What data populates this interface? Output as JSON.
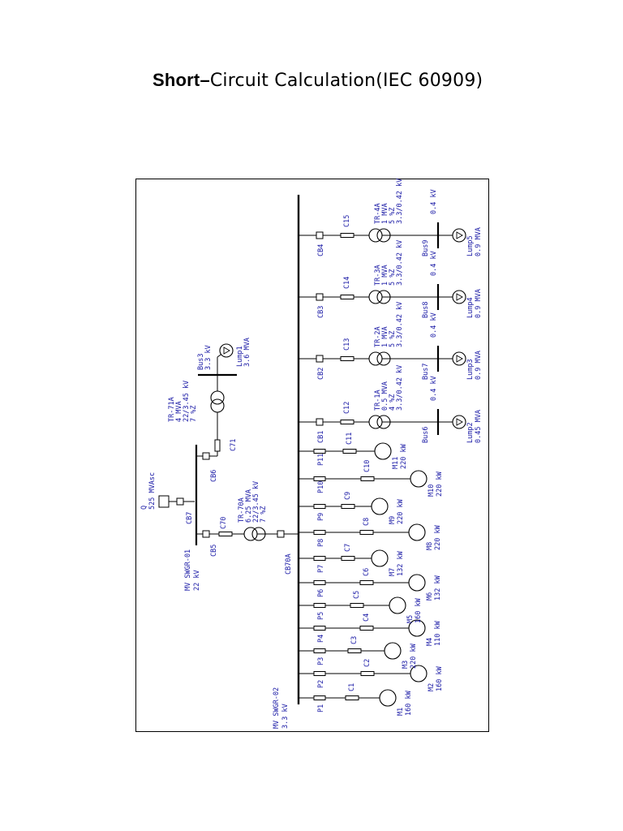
{
  "title": {
    "part1": "Short–",
    "part2": "Circuit Calculation(IEC 60909)"
  },
  "colors": {
    "text": "#1a1aa6",
    "line": "#000000"
  },
  "upstream": {
    "grid": {
      "name": "Q",
      "rating": "525 MVAsc"
    },
    "bus": {
      "name": "MV SWGR-01",
      "voltage": "22 kV"
    },
    "breakers": [
      "CB7",
      "CB5",
      "CB6",
      "CB70A"
    ],
    "cables": [
      "C70",
      "C71"
    ],
    "tx_main": {
      "name": "TR-70A",
      "rating": "6.25 MVA",
      "ratio": "22/3.45 kV",
      "z": "7 %Z"
    },
    "tx_aux": {
      "name": "TR-71A",
      "rating": "4 MVA",
      "ratio": "22/3.45 kV",
      "z": "7 %Z"
    },
    "bus3": {
      "name": "Bus3",
      "voltage": "3.3 kV"
    },
    "lump1": {
      "name": "Lump1",
      "rating": "3.6 MVA"
    }
  },
  "main_bus": {
    "name": "MV SWGR-02",
    "voltage": "3.3 kV"
  },
  "feeders": [
    {
      "breaker": "CB4",
      "cable": "C15",
      "tx": "TR-4A",
      "tx_rating": "1 MVA",
      "tx_z": "5 %Z",
      "tx_ratio": "3.3/0.42 kV",
      "bus": "Bus9",
      "bus_v": "0.4 kV",
      "load": "Lump5",
      "load_rating": "0.9 MVA"
    },
    {
      "breaker": "CB3",
      "cable": "C14",
      "tx": "TR-3A",
      "tx_rating": "1 MVA",
      "tx_z": "5 %Z",
      "tx_ratio": "3.3/0.42 kV",
      "bus": "Bus8",
      "bus_v": "0.4 kV",
      "load": "Lump4",
      "load_rating": "0.9 MVA"
    },
    {
      "breaker": "CB2",
      "cable": "C13",
      "tx": "TR-2A",
      "tx_rating": "1 MVA",
      "tx_z": "5 %Z",
      "tx_ratio": "3.3/0.42 kV",
      "bus": "Bus7",
      "bus_v": "0.4 kV",
      "load": "Lump3",
      "load_rating": "0.9 MVA"
    },
    {
      "breaker": "CB1",
      "cable": "C12",
      "tx": "TR-1A",
      "tx_rating": "0.5 MVA",
      "tx_z": "4 %Z",
      "tx_ratio": "3.3/0.42 kV",
      "bus": "Bus6",
      "bus_v": "0.4 kV",
      "load": "Lump2",
      "load_rating": "0.45 MVA"
    }
  ],
  "motors": [
    {
      "fuse": "P11",
      "cable": "C11",
      "motor": "M11",
      "rating": "220 kW"
    },
    {
      "fuse": "P10",
      "cable": "C10",
      "motor": "M10",
      "rating": "220 kW"
    },
    {
      "fuse": "P9",
      "cable": "C9",
      "motor": "M9",
      "rating": "220 kW"
    },
    {
      "fuse": "P8",
      "cable": "C8",
      "motor": "M8",
      "rating": "220 kW"
    },
    {
      "fuse": "P7",
      "cable": "C7",
      "motor": "M7",
      "rating": "132 kW"
    },
    {
      "fuse": "P6",
      "cable": "C6",
      "motor": "M6",
      "rating": "132 kW"
    },
    {
      "fuse": "P5",
      "cable": "C5",
      "motor": "M5",
      "rating": "160 kW"
    },
    {
      "fuse": "P4",
      "cable": "C4",
      "motor": "M4",
      "rating": "110 kW"
    },
    {
      "fuse": "P3",
      "cable": "C3",
      "motor": "M3",
      "rating": "220 kW"
    },
    {
      "fuse": "P2",
      "cable": "C2",
      "motor": "M2",
      "rating": "160 kW"
    },
    {
      "fuse": "P1",
      "cable": "C1",
      "motor": "M1",
      "rating": "160 kW"
    }
  ]
}
